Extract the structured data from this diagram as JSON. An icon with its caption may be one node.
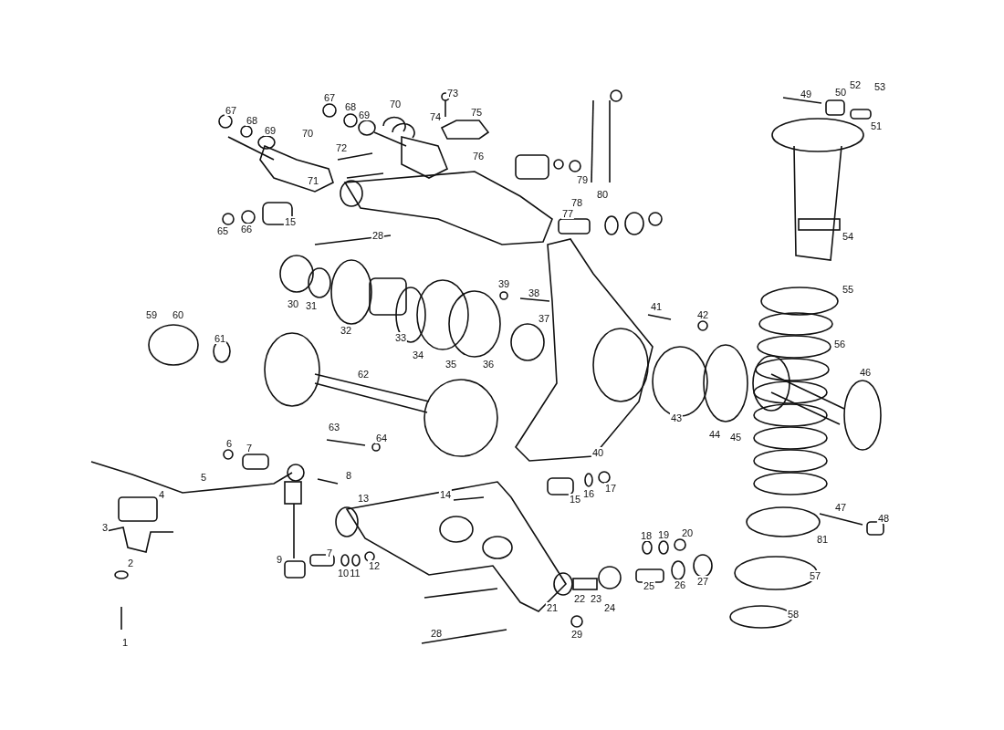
{
  "diagram": {
    "labels": [
      "52",
      "53",
      "50",
      "73",
      "49",
      "67",
      "70",
      "68",
      "67",
      "75",
      "69",
      "74",
      "68",
      "51",
      "69",
      "70",
      "72",
      "76",
      "71",
      "79",
      "80",
      "78",
      "77",
      "15",
      "66",
      "65",
      "54",
      "28",
      "39",
      "55",
      "38",
      "30",
      "31",
      "41",
      "42",
      "59",
      "60",
      "37",
      "32",
      "33",
      "61",
      "56",
      "34",
      "35",
      "36",
      "46",
      "62",
      "43",
      "63",
      "6",
      "44",
      "45",
      "64",
      "7",
      "40",
      "5",
      "8",
      "14",
      "17",
      "16",
      "15",
      "4",
      "13",
      "47",
      "48",
      "3",
      "7",
      "20",
      "19",
      "18",
      "81",
      "12",
      "9",
      "2",
      "10",
      "11",
      "25",
      "27",
      "57",
      "26",
      "21",
      "22",
      "23",
      "24",
      "58",
      "1",
      "28",
      "29"
    ]
  }
}
